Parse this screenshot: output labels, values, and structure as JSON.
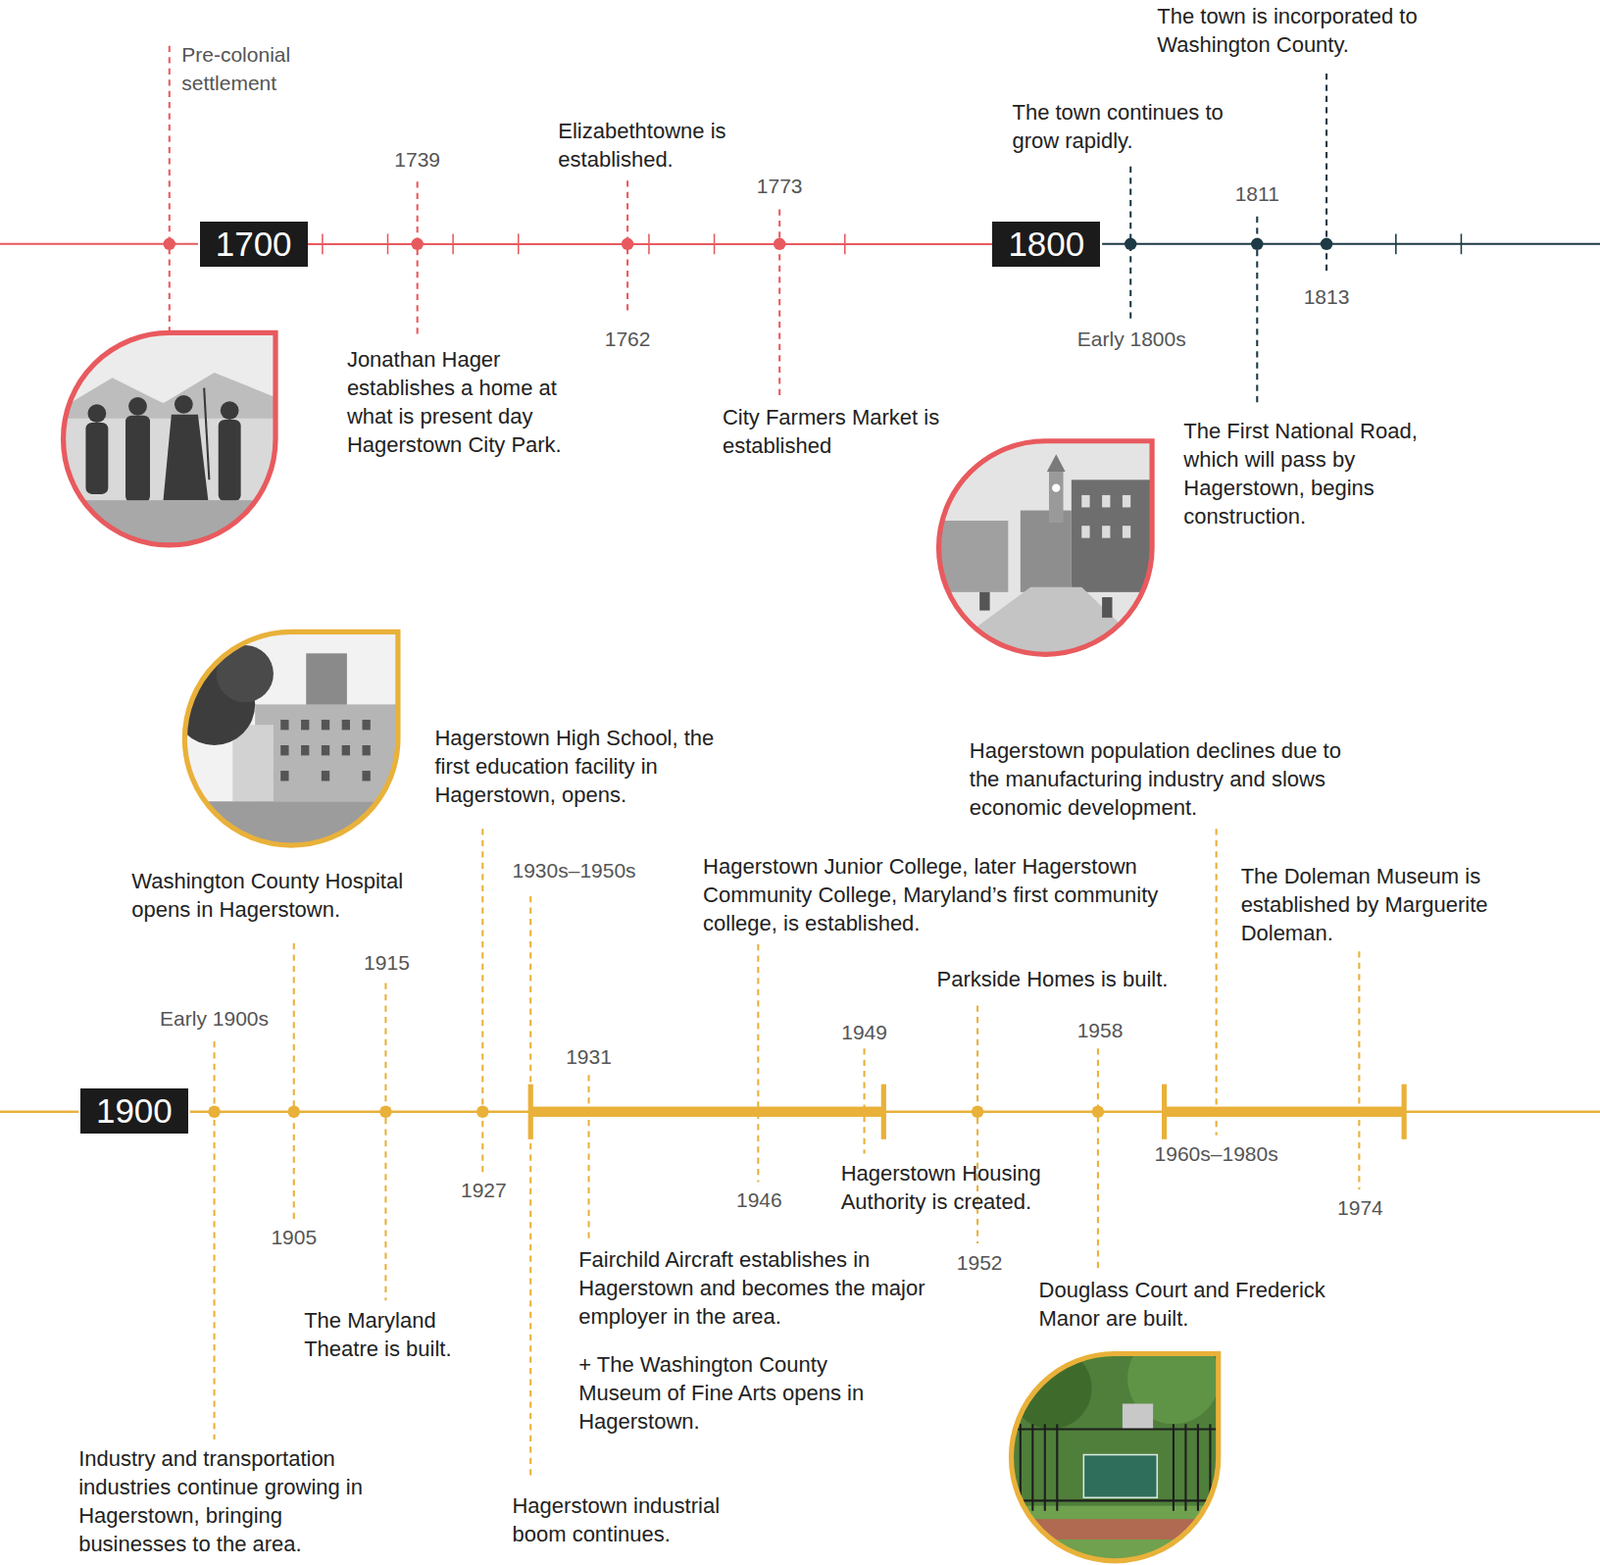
{
  "diagram": {
    "nodes": [
      {
        "text": [
          "1700"
        ]
      },
      {
        "text": [
          "1800"
        ]
      },
      {
        "text": [
          "1900"
        ]
      }
    ],
    "edges": [
      {
        "from": 0,
        "to": 1,
        "arrow": "none"
      }
    ],
    "labels": [
      "Pre-colonial settlement",
      "1739",
      "Jonathan Hager establishes a home at what is present day Hagerstown City Park.",
      "Elizabethtowne is established.",
      "1762",
      "1773",
      "City Farmers Market is established",
      "The town continues to grow rapidly.",
      "Early 1800s",
      "1811",
      "The First National Road, which will pass by Hagerstown, begins construction.",
      "The town is incorporated to Washington County.",
      "1813",
      "Early 1900s",
      "Industry and transportation industries continue growing in Hagerstown, bringing businesses to the area.",
      "Washington County Hospital opens in Hagerstown.",
      "1905",
      "1915",
      "The Maryland Theatre is built.",
      "Hagerstown High School, the first education facility in Hagerstown, opens.",
      "1927",
      "1930s–1950s",
      "Hagerstown industrial boom continues.",
      "1931",
      "Fairchild Aircraft establishes in Hagerstown and becomes the major employer in the area.",
      "+ The Washington County Museum of Fine Arts opens in Hagerstown.",
      "Hagerstown Junior College, later Hagerstown Community College, Maryland’s first community college, is established.",
      "1946",
      "1949",
      "Hagerstown Housing Authority is created.",
      "Parkside Homes is built.",
      "1952",
      "1958",
      "Douglass Court and Frederick Manor are built.",
      "Hagerstown population declines due to the manufacturing industry and slows economic development.",
      "1960s–1980s",
      "The Doleman Museum is established by Marguerite Doleman.",
      "1974"
    ]
  }
}
